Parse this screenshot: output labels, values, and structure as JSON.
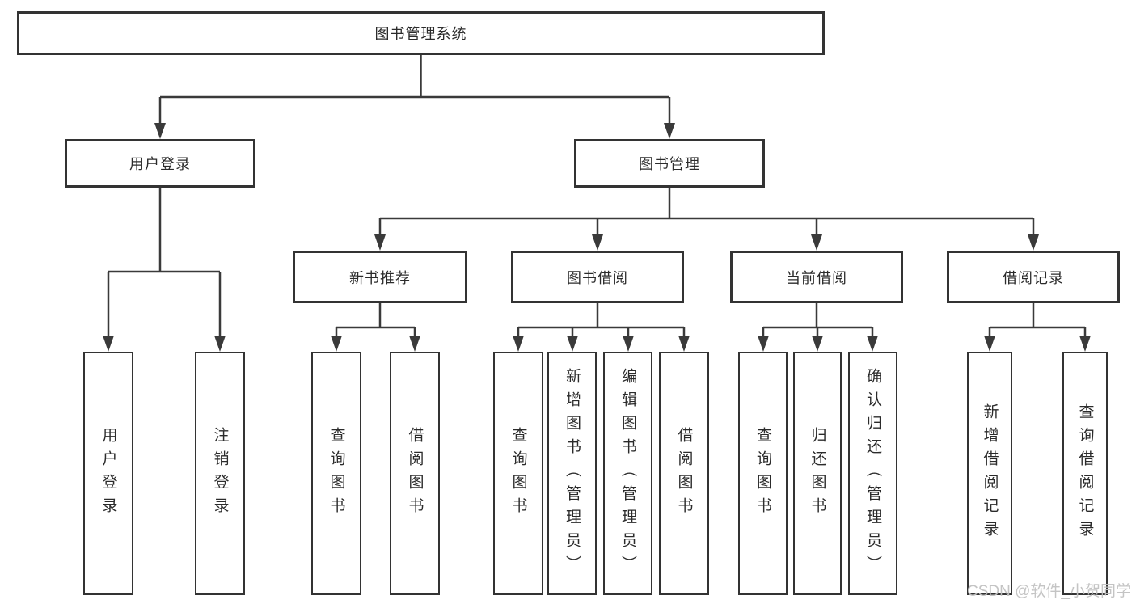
{
  "tree": {
    "label": "图书管理系统",
    "children": [
      {
        "label": "用户登录",
        "children": [
          {
            "label": "用户登录"
          },
          {
            "label": "注销登录"
          }
        ]
      },
      {
        "label": "图书管理",
        "children": [
          {
            "label": "新书推荐",
            "children": [
              {
                "label": "查询图书"
              },
              {
                "label": "借阅图书"
              }
            ]
          },
          {
            "label": "图书借阅",
            "children": [
              {
                "label": "查询图书"
              },
              {
                "label": "新增图书（管理员）"
              },
              {
                "label": "编辑图书（管理员）"
              },
              {
                "label": "借阅图书"
              }
            ]
          },
          {
            "label": "当前借阅",
            "children": [
              {
                "label": "查询图书"
              },
              {
                "label": "归还图书"
              },
              {
                "label": "确认归还（管理员）"
              }
            ]
          },
          {
            "label": "借阅记录",
            "children": [
              {
                "label": "新增借阅记录"
              },
              {
                "label": "查询借阅记录"
              }
            ]
          }
        ]
      }
    ]
  },
  "watermark": {
    "text": "CSDN @软件_小贺同学"
  },
  "colors": {
    "box_border": "#333333",
    "box_fill": "#ffffff",
    "line": "#3a3a3a",
    "text": "#2b2b2b",
    "watermark": "#c1c1c1"
  }
}
